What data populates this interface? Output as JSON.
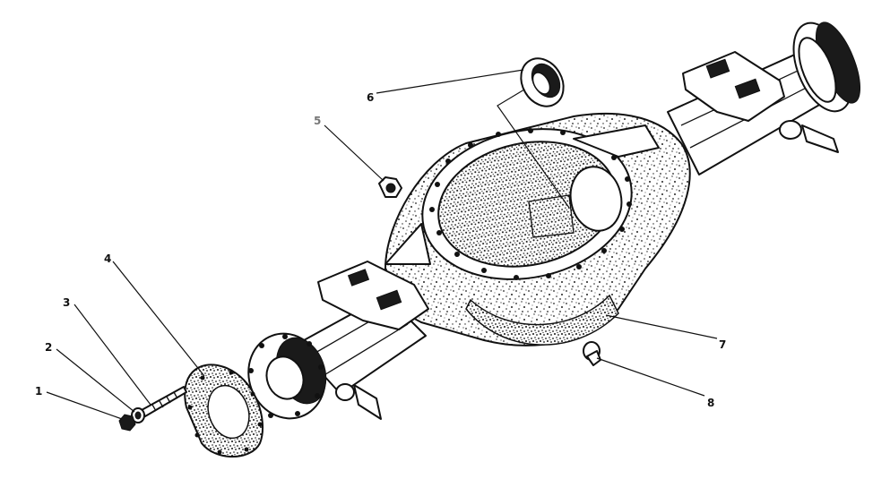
{
  "callouts": [
    {
      "id": "1",
      "label": "1"
    },
    {
      "id": "2",
      "label": "2"
    },
    {
      "id": "3",
      "label": "3"
    },
    {
      "id": "4",
      "label": "4"
    },
    {
      "id": "5",
      "label": "5"
    },
    {
      "id": "6",
      "label": "6"
    },
    {
      "id": "7",
      "label": "7"
    },
    {
      "id": "8",
      "label": "8"
    }
  ],
  "colors": {
    "ink": "#111111",
    "paper": "#ffffff",
    "callout_5": "#777777"
  }
}
